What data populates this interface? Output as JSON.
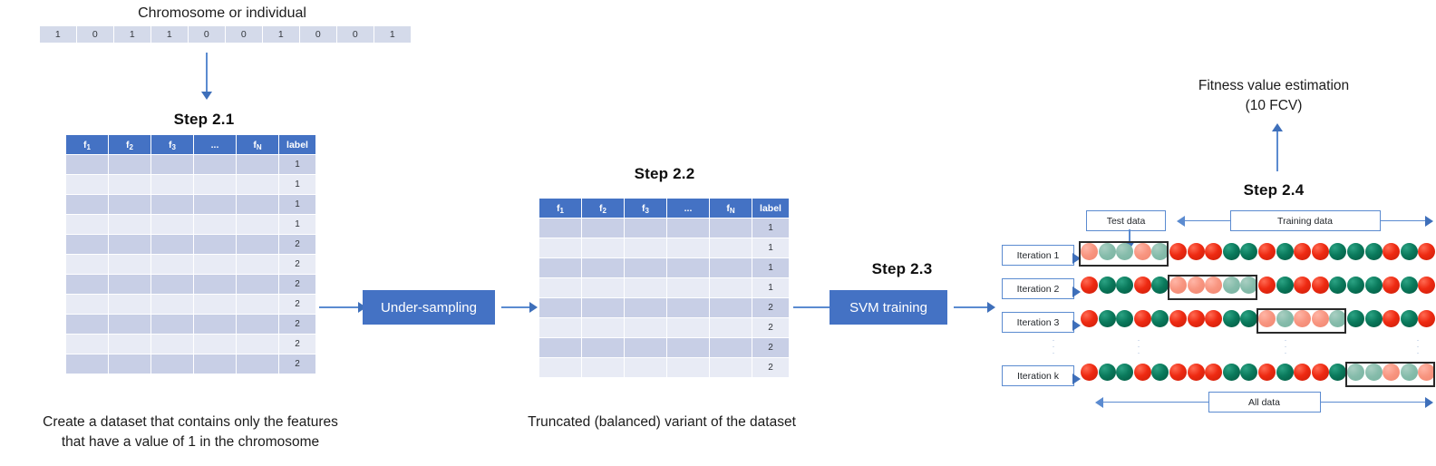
{
  "title_top": "Chromosome or individual",
  "chromosome": {
    "bits": [
      "1",
      "0",
      "1",
      "1",
      "0",
      "0",
      "1",
      "0",
      "0",
      "1"
    ]
  },
  "steps": {
    "s21": "Step 2.1",
    "s22": "Step 2.2",
    "s23": "Step 2.3",
    "s24": "Step 2.4"
  },
  "table1": {
    "headers": [
      "f1",
      "f2",
      "f3",
      "...",
      "fN",
      "label"
    ],
    "header_bases": [
      "f",
      "f",
      "f",
      "...",
      "f",
      "label"
    ],
    "header_subs": [
      "1",
      "2",
      "3",
      "",
      "N",
      ""
    ],
    "labels": [
      "1",
      "1",
      "1",
      "1",
      "2",
      "2",
      "2",
      "2",
      "2",
      "2",
      "2"
    ],
    "caption": "Create a dataset that contains only the features\nthat have a value of 1 in the chromosome"
  },
  "table2": {
    "headers": [
      "f1",
      "f2",
      "f3",
      "...",
      "fN",
      "label"
    ],
    "header_bases": [
      "f",
      "f",
      "f",
      "...",
      "f",
      "label"
    ],
    "header_subs": [
      "1",
      "2",
      "3",
      "",
      "N",
      ""
    ],
    "labels": [
      "1",
      "1",
      "1",
      "1",
      "2",
      "2",
      "2",
      "2"
    ],
    "caption": "Truncated (balanced) variant of the dataset"
  },
  "process": {
    "undersampling": "Under-sampling",
    "svm_training": "SVM training"
  },
  "cv": {
    "fitness_caption": "Fitness value estimation\n(10 FCV)",
    "test_data_label": "Test data",
    "training_data_label": "Training data",
    "all_data_label": "All data",
    "iterations": [
      {
        "name": "Iteration 1",
        "fold_start": 0,
        "dots": [
          "fred",
          "fgreen",
          "fgreen",
          "fred",
          "fgreen",
          "red",
          "red",
          "red",
          "green",
          "green",
          "red",
          "green",
          "red",
          "red",
          "green",
          "green",
          "green",
          "red",
          "green",
          "red"
        ]
      },
      {
        "name": "Iteration 2",
        "fold_start": 5,
        "dots": [
          "red",
          "green",
          "green",
          "red",
          "green",
          "fred",
          "fred",
          "fred",
          "fgreen",
          "fgreen",
          "red",
          "green",
          "red",
          "red",
          "green",
          "green",
          "green",
          "red",
          "green",
          "red"
        ]
      },
      {
        "name": "Iteration 3",
        "fold_start": 10,
        "dots": [
          "red",
          "green",
          "green",
          "red",
          "green",
          "red",
          "red",
          "red",
          "green",
          "green",
          "fred",
          "fgreen",
          "fred",
          "fred",
          "fgreen",
          "green",
          "green",
          "red",
          "green",
          "red"
        ]
      },
      {
        "name": "Iteration k",
        "fold_start": 15,
        "dots": [
          "red",
          "green",
          "green",
          "red",
          "green",
          "red",
          "red",
          "red",
          "green",
          "green",
          "red",
          "green",
          "red",
          "red",
          "green",
          "fgreen",
          "fgreen",
          "fred",
          "fgreen",
          "fred"
        ]
      }
    ]
  },
  "colors": {
    "accent_blue": "#4472c4",
    "arrow_blue": "#5b8bd0",
    "table_header": "#4472c4",
    "row_odd": "#c8cfe6",
    "row_even": "#e8ebf5",
    "chromosome_cell": "#d4daea",
    "dot_red": "#ee2a12",
    "dot_green": "#0a7a5c"
  }
}
